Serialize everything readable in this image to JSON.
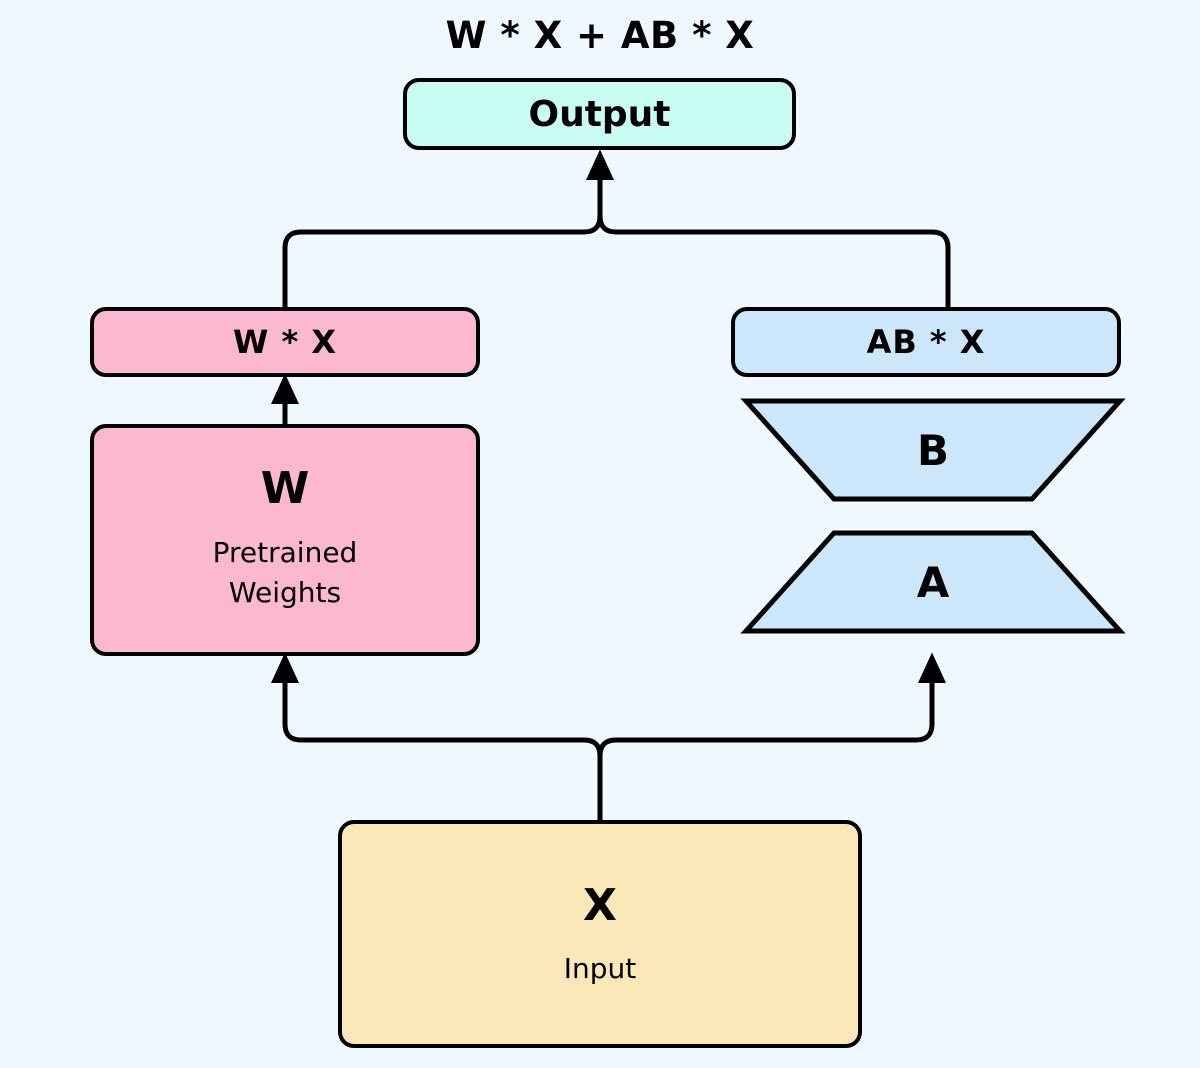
{
  "diagram": {
    "title_equation": "W * X + AB * X",
    "background_color": "#eff8fe",
    "stroke_color": "#000000"
  },
  "nodes": {
    "output": {
      "label": "Output",
      "color": "#c9fcf3"
    },
    "wx": {
      "label": "W * X",
      "color": "#fcb8d1"
    },
    "w": {
      "symbol": "W",
      "line1": "Pretrained",
      "line2": "Weights",
      "color": "#fcb8d1"
    },
    "abx": {
      "label": "AB * X",
      "color": "#cce6fb"
    },
    "b": {
      "label": "B",
      "color": "#cce6fb"
    },
    "a": {
      "label": "A",
      "color": "#cce6fb"
    },
    "x": {
      "symbol": "X",
      "line1": "Input",
      "color": "#fbe8b8"
    }
  },
  "edges": [
    {
      "name": "x-to-w",
      "from": "x",
      "to": "w"
    },
    {
      "name": "x-to-a",
      "from": "x",
      "to": "a"
    },
    {
      "name": "w-to-wx",
      "from": "w",
      "to": "wx"
    },
    {
      "name": "wx-to-output",
      "from": "wx",
      "to": "output"
    },
    {
      "name": "abx-to-output",
      "from": "abx",
      "to": "output"
    }
  ]
}
